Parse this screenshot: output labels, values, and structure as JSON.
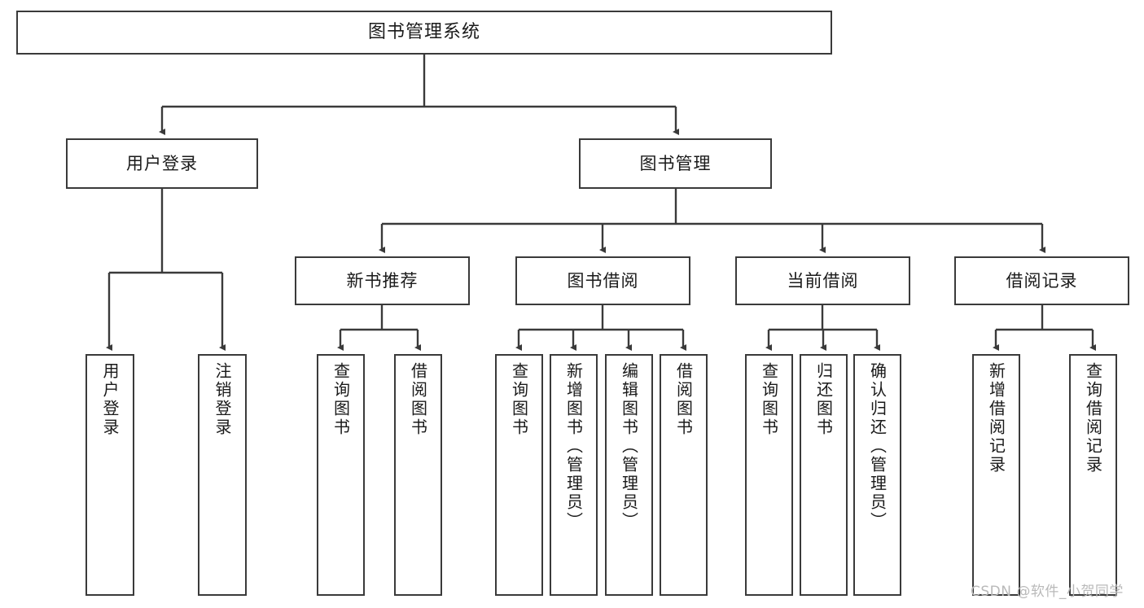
{
  "diagram": {
    "title": "图书管理系统",
    "type": "tree-hierarchy-chart",
    "colors": {
      "node_border": "#3a3a3a",
      "node_fill": "#ffffff",
      "connector": "#3a3a3a",
      "text": "#1a1a1a",
      "watermark": "#b9b9b9",
      "background": "#ffffff"
    }
  },
  "root": {
    "label": "图书管理系统"
  },
  "level2": [
    {
      "label": "用户登录"
    },
    {
      "label": "图书管理"
    }
  ],
  "level3": [
    {
      "label": "新书推荐"
    },
    {
      "label": "图书借阅"
    },
    {
      "label": "当前借阅"
    },
    {
      "label": "借阅记录"
    }
  ],
  "leaves": {
    "user_login": [
      {
        "label": "用户登录"
      },
      {
        "label": "注销登录"
      }
    ],
    "new_book_recommend": [
      {
        "label": "查询图书"
      },
      {
        "label": "借阅图书"
      }
    ],
    "book_borrow": [
      {
        "label": "查询图书"
      },
      {
        "label": "新增图书（管理员）"
      },
      {
        "label": "编辑图书（管理员）"
      },
      {
        "label": "借阅图书"
      }
    ],
    "current_borrow": [
      {
        "label": "查询图书"
      },
      {
        "label": "归还图书"
      },
      {
        "label": "确认归还（管理员）"
      }
    ],
    "borrow_record": [
      {
        "label": "新增借阅记录"
      },
      {
        "label": "查询借阅记录"
      }
    ]
  },
  "watermark": {
    "text": "CSDN @软件_小贺同学"
  }
}
